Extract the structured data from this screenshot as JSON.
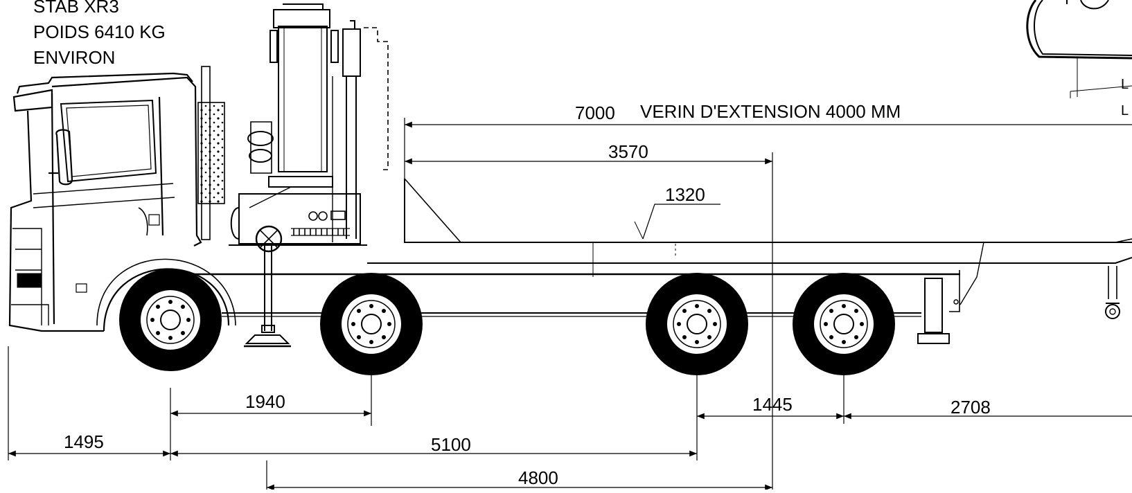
{
  "notes": {
    "line1": "STAB XR3",
    "line2": "POIDS 6410 KG",
    "line3": "ENVIRON"
  },
  "dimensions": {
    "d7000": "7000",
    "verin": "VERIN D'EXTENSION 4000 MM",
    "d3570": "3570",
    "d1320": "1320",
    "d1940": "1940",
    "d1445": "1445",
    "d2708": "2708",
    "d1495": "1495",
    "d5100": "5100",
    "d4800": "4800"
  },
  "detail_labels": {
    "l1": "L",
    "l2": "L"
  },
  "colors": {
    "ink": "#000000",
    "paper": "#ffffff"
  }
}
